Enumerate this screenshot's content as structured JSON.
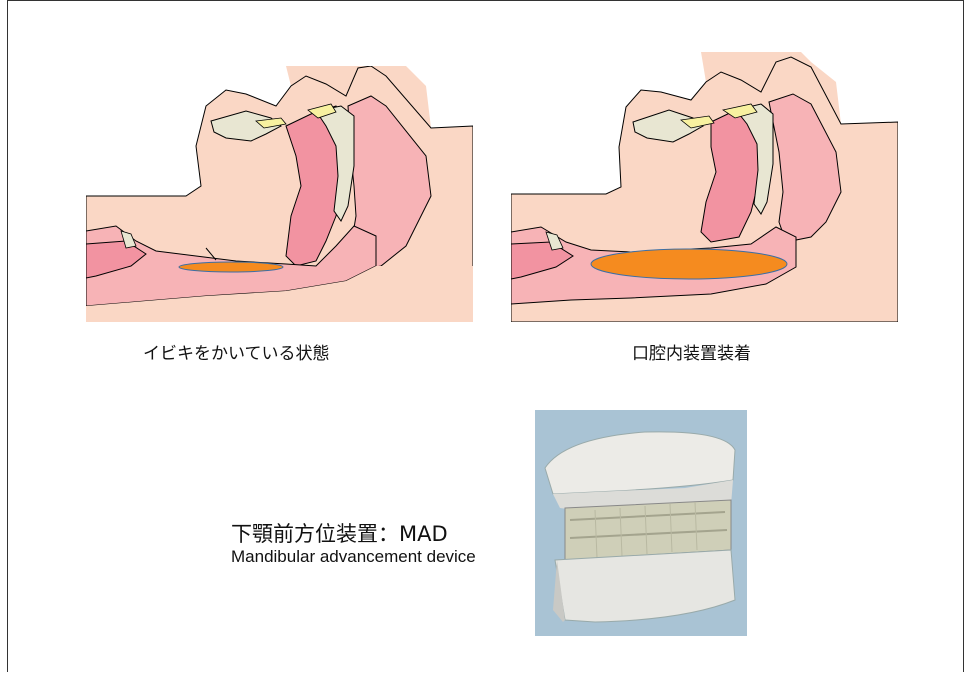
{
  "captions": {
    "snoring": "イビキをかいている状態",
    "appliance": "口腔内装置装着"
  },
  "device": {
    "title": "下顎前方位装置：MAD",
    "subtitle": "Mandibular advancement device"
  },
  "colors": {
    "skin": "#fad7c5",
    "tissue_pink": "#f7b3b6",
    "tissue_deep": "#f293a1",
    "bone": "#e8e6d2",
    "tooth": "#f8f1a0",
    "airway_highlight": "#f58b1f",
    "outline": "#000000",
    "photo_bg": "#a9c3d4"
  },
  "icons": {
    "left_illustration": "snoring-airway-cross-section",
    "right_illustration": "oral-appliance-airway-cross-section",
    "photo": "dental-cast-with-mad"
  }
}
